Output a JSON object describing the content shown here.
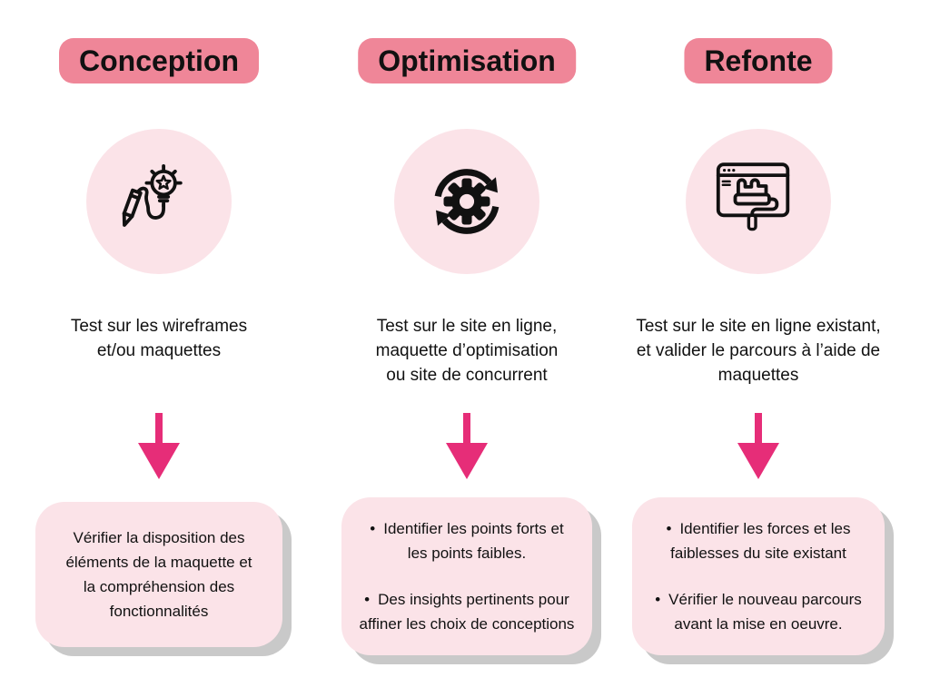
{
  "theme": {
    "header_pink": "#ef8698",
    "light_pink": "#fbe3e8",
    "accent": "#e62d78",
    "shadow": "#c9c9c9",
    "text": "#111111",
    "background": "#ffffff"
  },
  "bullet": "•",
  "columns": [
    {
      "title": "Conception",
      "icon": "pencil-idea-icon",
      "description": "Test sur les wireframes\net/ou maquettes",
      "box": {
        "text": "Vérifier la disposition des\néléments de la maquette et\nla compréhension des\nfonctionnalités"
      }
    },
    {
      "title": "Optimisation",
      "icon": "sync-gear-icon",
      "description": "Test sur le site en ligne,\nmaquette d’optimisation\nou site de concurrent",
      "box": {
        "items": [
          "Identifier les points forts et\nles points faibles.",
          "Des insights pertinents pour\naffiner les choix de conceptions"
        ]
      }
    },
    {
      "title": "Refonte",
      "icon": "browser-paint-roller-icon",
      "description": "Test sur le site en ligne existant,\net valider le parcours à l’aide de\nmaquettes",
      "box": {
        "items": [
          "Identifier les forces et les\nfaiblesses du site existant",
          "Vérifier le nouveau parcours\navant la mise en oeuvre."
        ]
      }
    }
  ]
}
